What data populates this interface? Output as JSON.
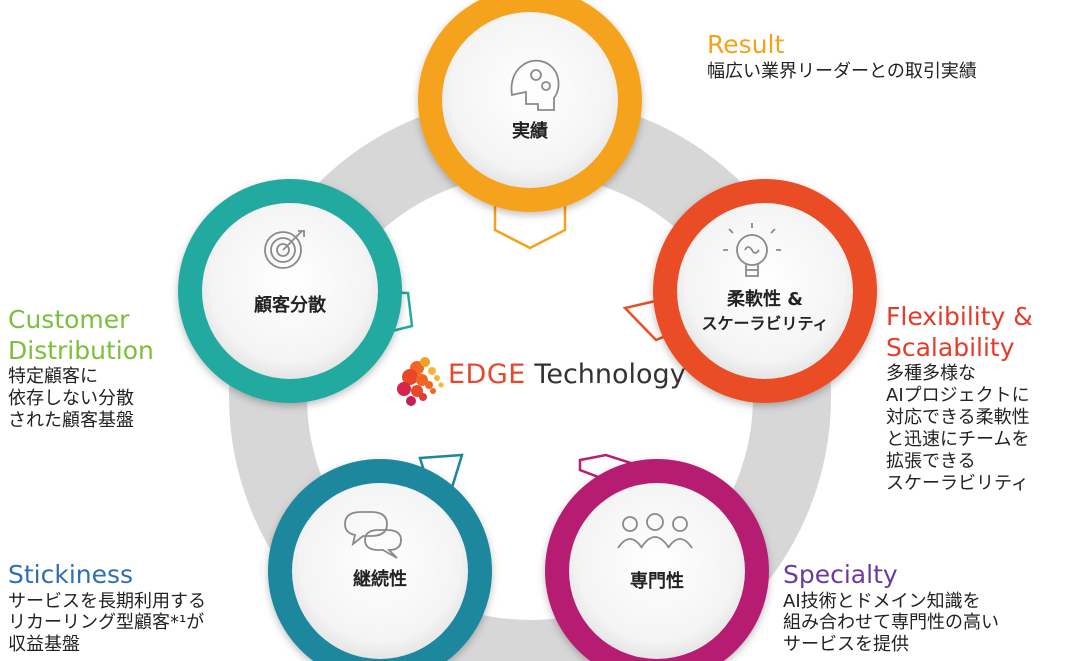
{
  "brand": {
    "edge": "EDGE",
    "technology": " Technology"
  },
  "nodes": {
    "result": {
      "label": "実績",
      "color": "#f5a21b"
    },
    "flexibility": {
      "label_line1": "柔軟性 &",
      "label_line2": "スケーラビリティ",
      "color": "#ea4e25"
    },
    "specialty": {
      "label": "専門性",
      "color": "#b51f72"
    },
    "stickiness": {
      "label": "継続性",
      "color": "#1a879d"
    },
    "customer": {
      "label": "顧客分散",
      "color": "#20aaa1"
    }
  },
  "labels": {
    "result": {
      "title": "Result",
      "lines": [
        "幅広い業界リーダーとの取引実績"
      ],
      "color": "#f5a21b"
    },
    "flexibility": {
      "title_lines": [
        "Flexibility &",
        "Scalability"
      ],
      "lines": [
        "多種多様な",
        "AIプロジェクトに",
        "対応できる柔軟性",
        "と迅速にチームを",
        "拡張できる",
        "スケーラビリティ"
      ],
      "color": "#e63b2a"
    },
    "specialty": {
      "title": "Specialty",
      "lines": [
        "AI技術とドメイン知識を",
        "組み合わせて専門性の高い",
        "サービスを提供"
      ],
      "color": "#6a3aa0"
    },
    "stickiness": {
      "title": "Stickiness",
      "lines": [
        "サービスを長期利用する",
        "リカーリング型顧客*¹が",
        "収益基盤"
      ],
      "color": "#2f6fb0"
    },
    "customer": {
      "title_lines": [
        "Customer",
        "Distribution"
      ],
      "lines": [
        "特定顧客に",
        "依存しない分散",
        "された顧客基盤"
      ],
      "color": "#7bbf3a"
    }
  },
  "icons": {
    "result": "head-gears-icon",
    "flexibility": "lightbulb-icon",
    "specialty": "people-group-icon",
    "stickiness": "speech-bubbles-icon",
    "customer": "target-icon"
  }
}
